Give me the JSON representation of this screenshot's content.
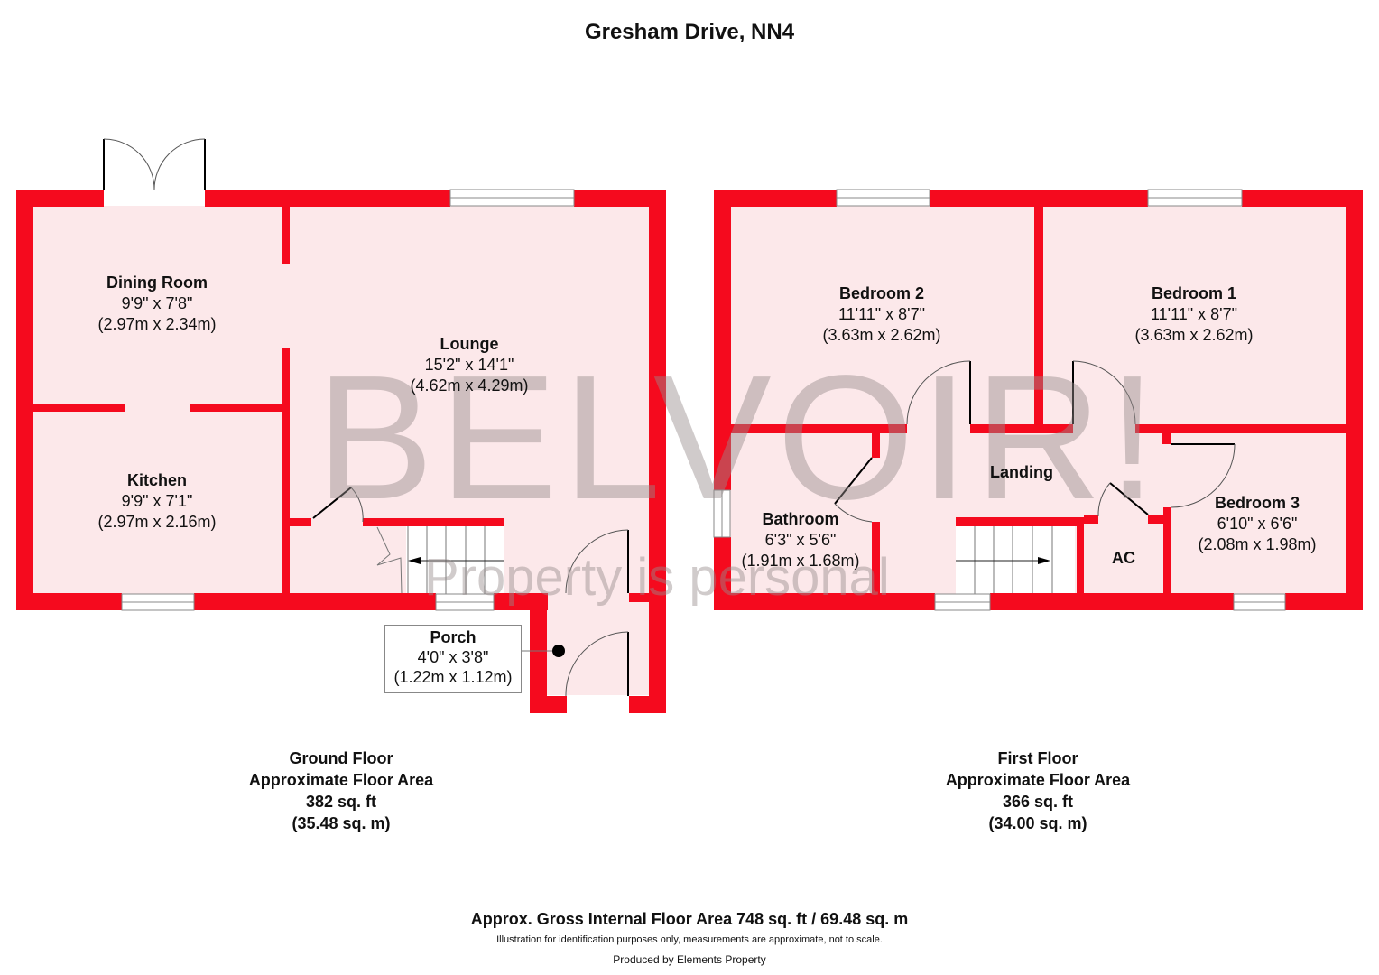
{
  "title": "Gresham Drive, NN4",
  "watermark": {
    "brand": "BELVOIR!",
    "tagline": "Property is personal"
  },
  "colors": {
    "wall": "#f50a1e",
    "floor": "#fce8ea",
    "text": "#111111",
    "door": "#000000",
    "watermark": "#9a8e90"
  },
  "ground_floor": {
    "rooms": [
      {
        "name": "Dining Room",
        "imperial": "9'9\" x 7'8\"",
        "metric": "(2.97m x 2.34m)"
      },
      {
        "name": "Lounge",
        "imperial": "15'2\" x 14'1\"",
        "metric": "(4.62m x 4.29m)"
      },
      {
        "name": "Kitchen",
        "imperial": "9'9\" x 7'1\"",
        "metric": "(2.97m x 2.16m)"
      },
      {
        "name": "Porch",
        "imperial": "4'0\" x 3'8\"",
        "metric": "(1.22m x 1.12m)"
      }
    ],
    "summary": {
      "label": "Ground Floor",
      "sub": "Approximate Floor Area",
      "sqft": "382 sq. ft",
      "sqm": "(35.48 sq. m)"
    }
  },
  "first_floor": {
    "rooms": [
      {
        "name": "Bedroom 2",
        "imperial": "11'11\" x 8'7\"",
        "metric": "(3.63m x 2.62m)"
      },
      {
        "name": "Bedroom 1",
        "imperial": "11'11\" x 8'7\"",
        "metric": "(3.63m x 2.62m)"
      },
      {
        "name": "Landing"
      },
      {
        "name": "Bathroom",
        "imperial": "6'3\" x 5'6\"",
        "metric": "(1.91m x 1.68m)"
      },
      {
        "name": "Bedroom 3",
        "imperial": "6'10\" x 6'6\"",
        "metric": "(2.08m x 1.98m)"
      },
      {
        "name": "AC"
      }
    ],
    "summary": {
      "label": "First Floor",
      "sub": "Approximate Floor Area",
      "sqft": "366 sq. ft",
      "sqm": "(34.00 sq. m)"
    }
  },
  "footer": {
    "gross_area": "Approx. Gross Internal Floor Area 748 sq. ft / 69.48 sq. m",
    "disclaimer": "Illustration for identification purposes only, measurements are approximate, not to scale.",
    "producer": "Produced by Elements Property"
  }
}
